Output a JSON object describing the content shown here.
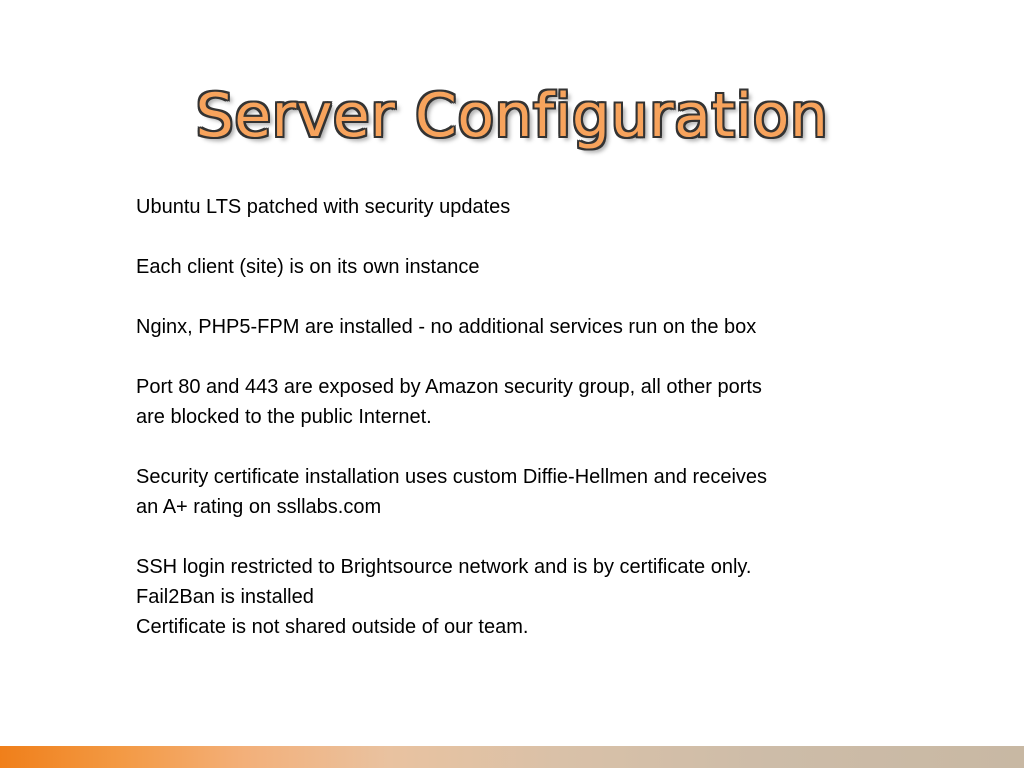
{
  "slide": {
    "title": "Server Configuration",
    "paragraphs": [
      [
        "Ubuntu LTS patched with security updates"
      ],
      [
        "Each client (site) is on its own instance"
      ],
      [
        "Nginx, PHP5-FPM are installed - no additional services run on the box"
      ],
      [
        "Port 80 and 443 are exposed by Amazon security group, all other ports",
        "are blocked to the public Internet."
      ],
      [
        "Security certificate installation uses custom Diffie-Hellmen and receives",
        "an A+ rating on ssllabs.com"
      ],
      [
        "SSH login restricted to Brightsource network and is by certificate only.",
        "Fail2Ban is installed",
        "Certificate is not shared outside of our team."
      ]
    ]
  },
  "colors": {
    "title_fill": "#f7a35c",
    "title_outline": "#333333",
    "footer_start": "#f07f1a",
    "footer_end": "#c8b8a3"
  }
}
